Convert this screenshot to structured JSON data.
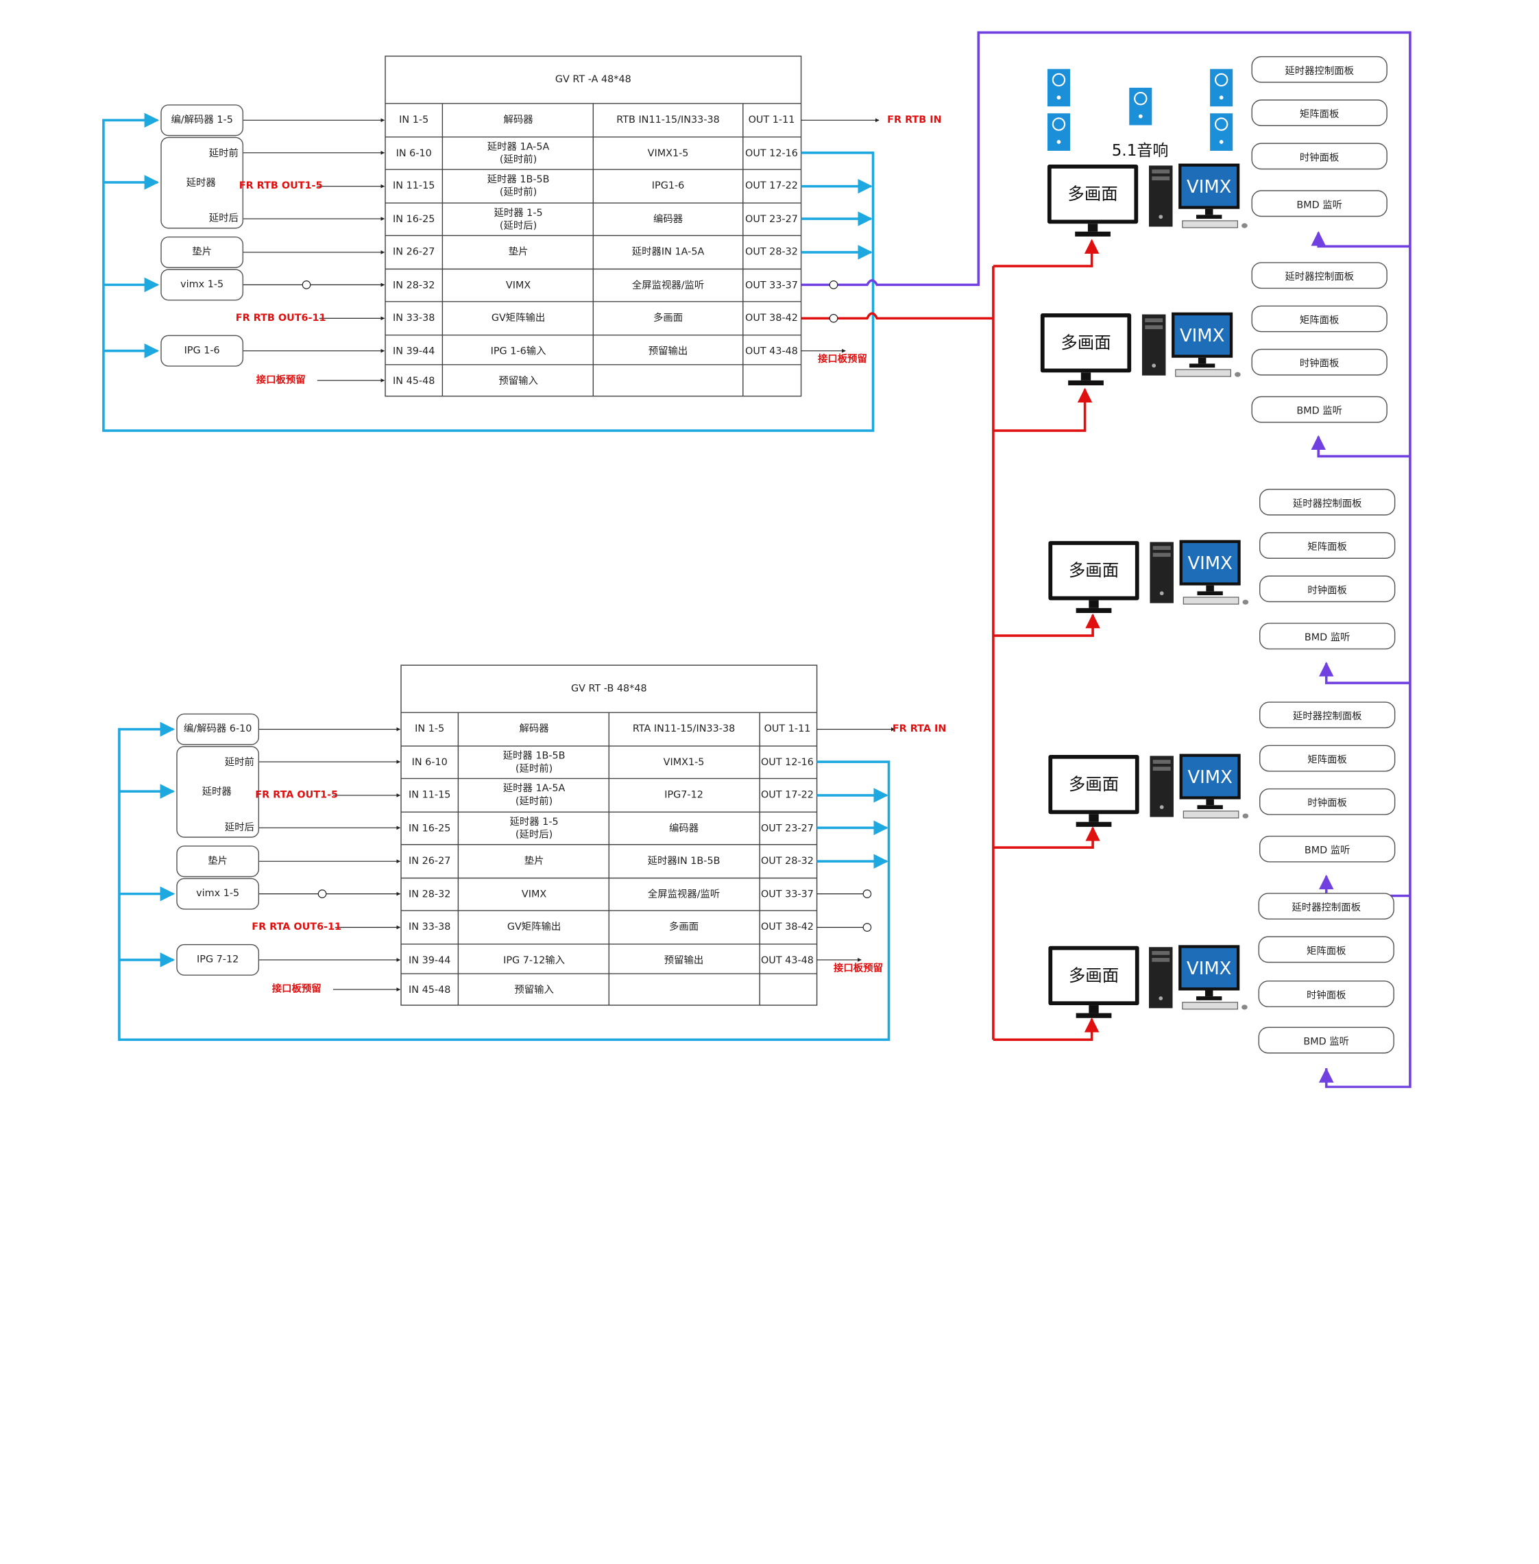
{
  "router_a": {
    "title": "GV RT -A 48*48",
    "rows": [
      {
        "input": "IN 1-5",
        "in_desc": "解码器",
        "out_desc": "RTB IN11-15/IN33-38",
        "output": "OUT 1-11"
      },
      {
        "input": "IN 6-10",
        "in_desc": "延时器 1A-5A\n(延时前)",
        "out_desc": "VIMX1-5",
        "output": "OUT 12-16"
      },
      {
        "input": "IN 11-15",
        "in_desc": "延时器 1B-5B\n(延时前)",
        "out_desc": "IPG1-6",
        "output": "OUT 17-22"
      },
      {
        "input": "IN 16-25",
        "in_desc": "延时器 1-5\n(延时后)",
        "out_desc": "编码器",
        "output": "OUT 23-27"
      },
      {
        "input": "IN 26-27",
        "in_desc": "垫片",
        "out_desc": "延时器IN 1A-5A",
        "output": "OUT 28-32"
      },
      {
        "input": "IN 28-32",
        "in_desc": "VIMX",
        "out_desc": "全屏监视器/监听",
        "output": "OUT 33-37"
      },
      {
        "input": "IN 33-38",
        "in_desc": "GV矩阵输出",
        "out_desc": "多画面",
        "output": "OUT 38-42"
      },
      {
        "input": "IN 39-44",
        "in_desc": "IPG 1-6输入",
        "out_desc": "预留输出",
        "output": "OUT 43-48"
      },
      {
        "input": "IN 45-48",
        "in_desc": "预留输入",
        "out_desc": "",
        "output": ""
      }
    ],
    "sources": {
      "codec": "编/解码器 1-5",
      "delay_group": "延时器",
      "delay_before": "延时前",
      "delay_after": "延时后",
      "pad": "垫片",
      "vimx": "vimx 1-5",
      "ipg": "IPG 1-6"
    },
    "red_labels": {
      "fr_in": "FR RTB IN",
      "fr_out_a": "FR RTB OUT1-5",
      "fr_out_b": "FR RTB OUT6-11",
      "panel_reserved_in": "接口板预留",
      "panel_reserved_out": "接口板预留"
    }
  },
  "router_b": {
    "title": "GV RT -B 48*48",
    "rows": [
      {
        "input": "IN 1-5",
        "in_desc": "解码器",
        "out_desc": "RTA IN11-15/IN33-38",
        "output": "OUT 1-11"
      },
      {
        "input": "IN 6-10",
        "in_desc": "延时器 1B-5B\n(延时前)",
        "out_desc": "VIMX1-5",
        "output": "OUT 12-16"
      },
      {
        "input": "IN 11-15",
        "in_desc": "延时器 1A-5A\n(延时前)",
        "out_desc": "IPG7-12",
        "output": "OUT 17-22"
      },
      {
        "input": "IN 16-25",
        "in_desc": "延时器 1-5\n(延时后)",
        "out_desc": "编码器",
        "output": "OUT 23-27"
      },
      {
        "input": "IN 26-27",
        "in_desc": "垫片",
        "out_desc": "延时器IN 1B-5B",
        "output": "OUT 28-32"
      },
      {
        "input": "IN 28-32",
        "in_desc": "VIMX",
        "out_desc": "全屏监视器/监听",
        "output": "OUT 33-37"
      },
      {
        "input": "IN 33-38",
        "in_desc": "GV矩阵输出",
        "out_desc": "多画面",
        "output": "OUT 38-42"
      },
      {
        "input": "IN 39-44",
        "in_desc": "IPG 7-12输入",
        "out_desc": "预留输出",
        "output": "OUT 43-48"
      },
      {
        "input": "IN 45-48",
        "in_desc": "预留输入",
        "out_desc": "",
        "output": ""
      }
    ],
    "sources": {
      "codec": "编/解码器 6-10",
      "delay_group": "延时器",
      "delay_before": "延时前",
      "delay_after": "延时后",
      "pad": "垫片",
      "vimx": "vimx 1-5",
      "ipg": "IPG 7-12"
    },
    "red_labels": {
      "fr_in": "FR RTA IN",
      "fr_out_a": "FR RTA OUT1-5",
      "fr_out_b": "FR RTA OUT6-11",
      "panel_reserved_in": "接口板预留",
      "panel_reserved_out": "接口板预留"
    }
  },
  "speaker_system_label": "5.1音响",
  "stations": [
    {
      "monitor_label": "多画面",
      "vimx_label": "VIMX",
      "panels": [
        "延时器控制面板",
        "矩阵面板",
        "时钟面板",
        "BMD 监听"
      ]
    },
    {
      "monitor_label": "多画面",
      "vimx_label": "VIMX",
      "panels": [
        "延时器控制面板",
        "矩阵面板",
        "时钟面板",
        "BMD 监听"
      ]
    },
    {
      "monitor_label": "多画面",
      "vimx_label": "VIMX",
      "panels": [
        "延时器控制面板",
        "矩阵面板",
        "时钟面板",
        "BMD 监听"
      ]
    },
    {
      "monitor_label": "多画面",
      "vimx_label": "VIMX",
      "panels": [
        "延时器控制面板",
        "矩阵面板",
        "时钟面板",
        "BMD 监听"
      ]
    },
    {
      "monitor_label": "多画面",
      "vimx_label": "VIMX",
      "panels": [
        "延时器控制面板",
        "矩阵面板",
        "时钟面板",
        "BMD 监听"
      ]
    }
  ],
  "colors": {
    "blue_line": "#1ea8e0",
    "red_line": "#e01010",
    "purple_line": "#7040e0",
    "speaker_blue": "#1b8fd8",
    "vimx_screen": "#1e6db8"
  }
}
